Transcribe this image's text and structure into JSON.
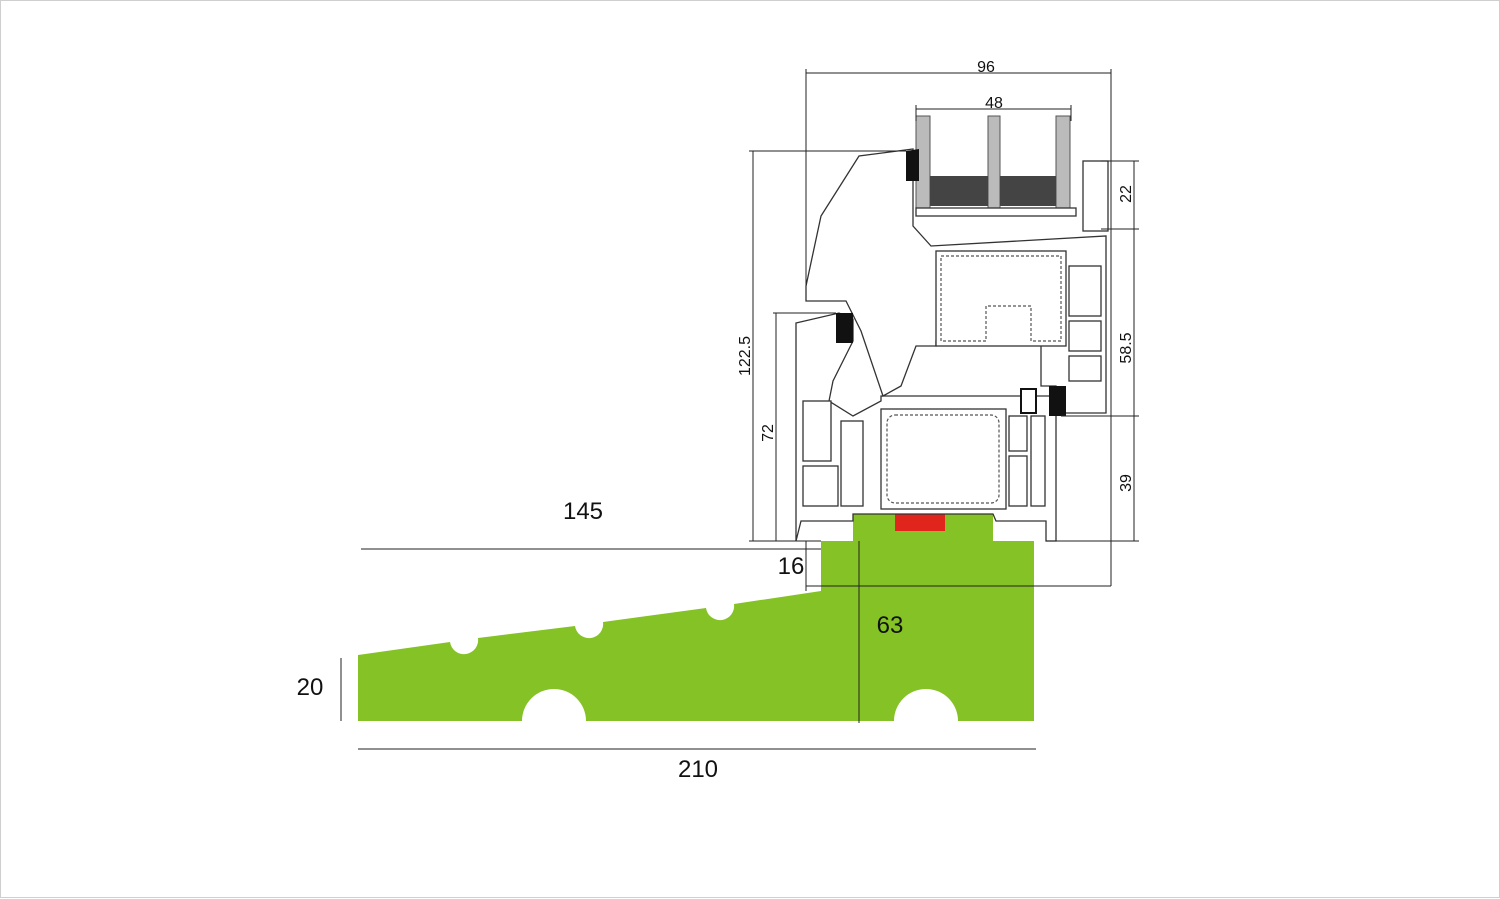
{
  "colors": {
    "sill": "#84c225",
    "seal": "#e0261c",
    "line": "#222222"
  },
  "dimensions": {
    "overall_width": "96",
    "glazing_width": "48",
    "total_height": "122.5",
    "frame_height": "72",
    "glass_bead": "22",
    "sash_height": "58.5",
    "frame_visible": "39",
    "sill_overhang": "145",
    "step": "16",
    "sill_depth": "63",
    "sill_thickness": "20",
    "sill_length": "210"
  }
}
